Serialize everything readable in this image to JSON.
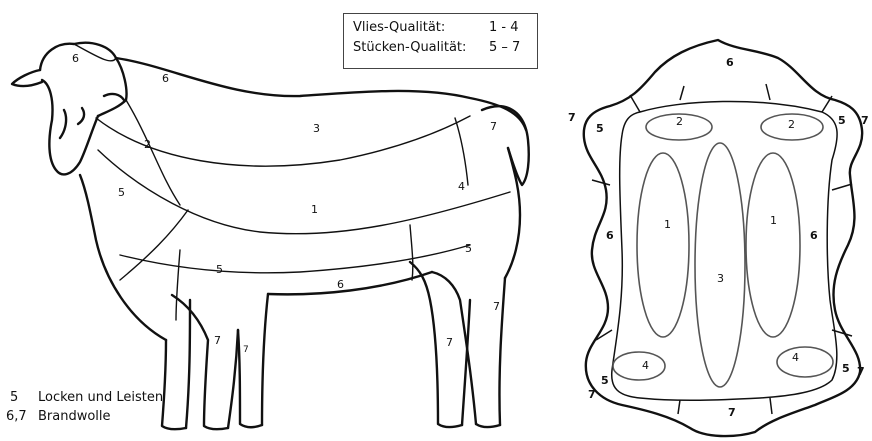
{
  "legend": {
    "vlies_label": "Vlies-Qualität:",
    "vlies_value": "1 - 4",
    "stuecken_label": "Stücken-Qualität:",
    "stuecken_value": "5 – 7"
  },
  "key": [
    {
      "number": "5",
      "text": "Locken und Leisten"
    },
    {
      "number": "6,7",
      "text": "Brandwolle"
    }
  ],
  "sheep_labels": [
    "6",
    "6",
    "2",
    "3",
    "7",
    "4",
    "1",
    "5",
    "5",
    "5",
    "6",
    "7",
    "7",
    "7",
    "7"
  ],
  "fleece_labels": [
    "6",
    "2",
    "2",
    "1",
    "1",
    "3",
    "4",
    "4",
    "5",
    "5",
    "5",
    "5",
    "6",
    "6",
    "7",
    "7",
    "7",
    "7",
    "7"
  ]
}
